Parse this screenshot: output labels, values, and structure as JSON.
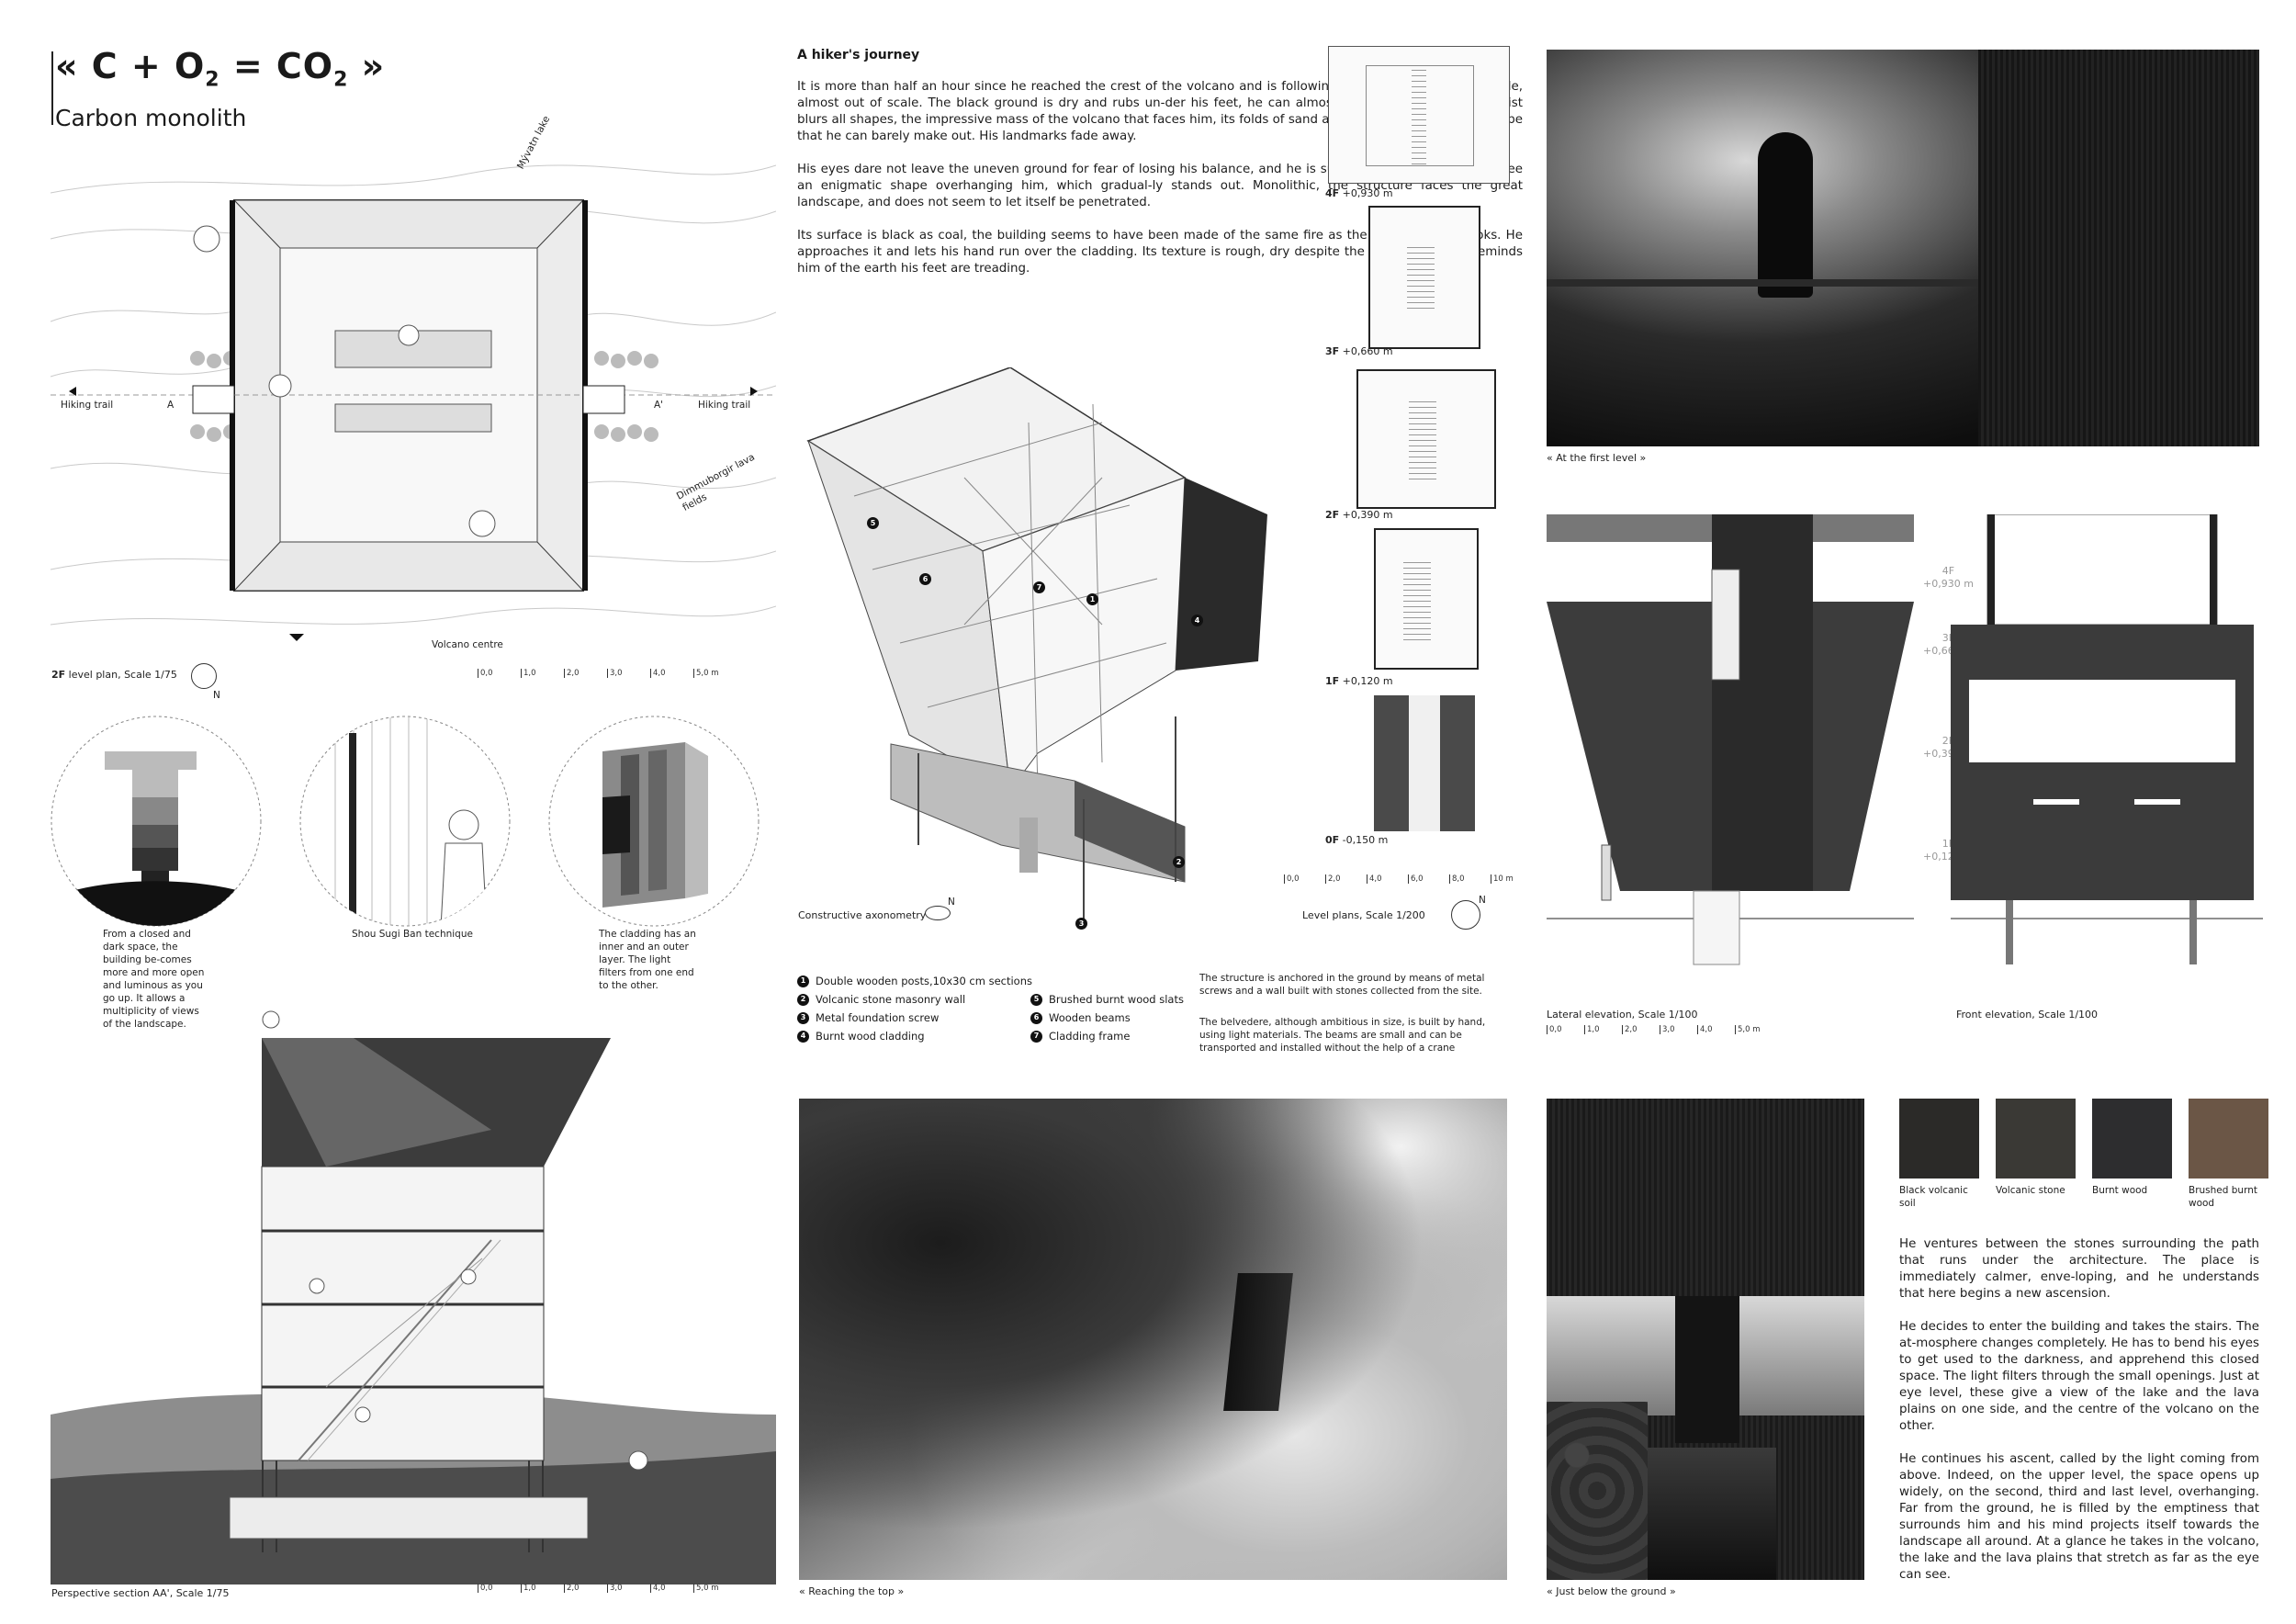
{
  "header": {
    "formula": "« C + O",
    "sub2": "2",
    "eq": " = CO",
    "sub2b": "2",
    "close": " »",
    "subtitle": "Carbon monolith"
  },
  "plan": {
    "caption_bold": "2F",
    "caption": " level plan, Scale 1/75",
    "labels": {
      "hiking_left": "Hiking trail",
      "hiking_right": "Hiking trail",
      "lake": "Mývatn lake",
      "lava": "Dimmuborgir lava fields",
      "volcano": "Volcano centre",
      "a_left": "A",
      "a_right": "A'",
      "north": "N"
    },
    "scale": [
      "0,0",
      "1,0",
      "2,0",
      "3,0",
      "4,0",
      "5,0 m"
    ]
  },
  "circles": {
    "left_text": "From a closed and dark space, the building be-comes more and more open and luminous as you go up. It allows a multiplicity of views of the landscape.",
    "middle_text": "Shou Sugi Ban technique",
    "right_text": "The cladding has an inner and an outer layer. The light filters from one end to the other."
  },
  "section": {
    "caption": "Perspective section AA', Scale 1/75",
    "scale": [
      "0,0",
      "1,0",
      "2,0",
      "3,0",
      "4,0",
      "5,0 m"
    ]
  },
  "story": {
    "title": "A hiker's journey",
    "p1": "It is more than half an hour since he reached the crest of the volcano and is following its contour. The path is wide, almost out of scale. The black ground is dry and rubs un-der his feet, he can almost still smell the coal. The mist blurs all shapes, the impressive mass of the volcano that faces him, its folds of sand and rocks, the distant landscape that he can barely make out. His landmarks fade away.",
    "p2": "His eyes dare not leave the uneven ground for fear of losing his balance, and he is surprised when he seems to see an enigmatic shape overhanging him, which gradual-ly stands out.  Monolithic, the structure faces the great landscape, and does not seem to let itself be penetrated.",
    "p3": "Its surface is black as coal, the building seems to have been made of the same fire as the volcano it overlooks. He approaches it and lets his hand run over the cladding. Its texture is rough, dry despite the humidity, and it reminds him of the earth his feet are treading."
  },
  "axo": {
    "caption": "Constructive axonometry",
    "north": "N",
    "markers": [
      "1",
      "2",
      "3",
      "4",
      "5",
      "6",
      "7"
    ]
  },
  "legend": {
    "left": [
      {
        "n": "1",
        "t": "Double wooden posts,10x30 cm sections"
      },
      {
        "n": "2",
        "t": "Volcanic stone masonry wall"
      },
      {
        "n": "3",
        "t": "Metal foundation screw"
      },
      {
        "n": "4",
        "t": "Burnt wood cladding"
      }
    ],
    "right": [
      {
        "n": "5",
        "t": "Brushed burnt wood slats"
      },
      {
        "n": "6",
        "t": "Wooden beams"
      },
      {
        "n": "7",
        "t": "Cladding frame"
      }
    ],
    "note1": "The structure is anchored in the ground by means of metal screws and a wall built with stones collected from the site.",
    "note2": "The belvedere, although ambitious in size, is built by hand, using light materials. The beams are small and can be transported and installed without the help of a crane"
  },
  "levels": {
    "items": [
      {
        "b": "4F",
        "t": " +0,930 m"
      },
      {
        "b": "3F",
        "t": " +0,660 m"
      },
      {
        "b": "2F",
        "t": " +0,390 m"
      },
      {
        "b": "1F",
        "t": " +0,120 m"
      },
      {
        "b": "0F",
        "t": " -0,150 m"
      }
    ],
    "caption": "Level plans, Scale 1/200",
    "north": "N",
    "scale": [
      "0,0",
      "2,0",
      "4,0",
      "6,0",
      "8,0",
      "10 m"
    ]
  },
  "photos": {
    "first_level": "« At the first level »",
    "reaching_top": "« Reaching the top »",
    "below_ground": "« Just below the ground »"
  },
  "elevations": {
    "lateral_caption": "Lateral elevation, Scale 1/100",
    "front_caption": "Front elevation, Scale 1/100",
    "levels": [
      {
        "f": "4F",
        "v": "+0,930 m"
      },
      {
        "f": "3F",
        "v": "+0,660 m"
      },
      {
        "f": "2F",
        "v": "+0,390 m"
      },
      {
        "f": "1F",
        "v": "+0,120 m"
      }
    ],
    "scale": [
      "0,0",
      "1,0",
      "2,0",
      "3,0",
      "4,0",
      "5,0 m"
    ]
  },
  "materials": [
    {
      "label": "Black volcanic soil",
      "color": "#2b2a28"
    },
    {
      "label": "Volcanic stone",
      "color": "#3a3935"
    },
    {
      "label": "Burnt wood",
      "color": "#2d2d2f"
    },
    {
      "label": "Brushed burnt wood",
      "color": "#6b5646"
    }
  ],
  "ascent": {
    "p1": "He ventures between the stones surrounding the path that runs under the architecture. The place is immediately calmer, enve-loping, and he understands that here begins a new ascension.",
    "p2": "He decides to enter the building and takes the stairs. The at-mosphere changes completely. He has to bend his eyes to get used to the darkness, and apprehend this closed space. The light filters through the small openings. Just at eye level, these give a view of the lake and the lava plains on one side, and the centre of the volcano on the other.",
    "p3": "He continues his ascent, called by the light coming from above. Indeed, on the upper level, the space opens up widely, on the second, third and last level, overhanging. Far from the ground, he is filled by the emptiness that surrounds him and his mind projects itself towards the landscape all around. At a glance he takes in the volcano, the lake and the lava plains that stretch as far as the eye can see."
  }
}
